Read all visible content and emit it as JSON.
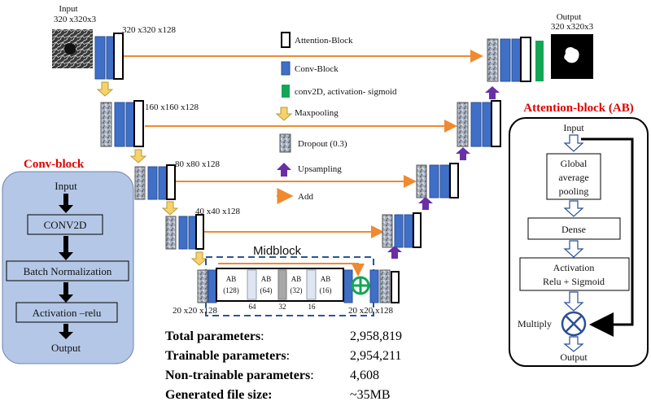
{
  "input": {
    "title": "Input",
    "dims": "320 x320x3"
  },
  "output": {
    "title": "Output",
    "dims": "320 x320x3"
  },
  "feature_labels": {
    "l1": "320 x320 x128",
    "l2": "160 x160 x128",
    "l3": "80 x80 x128",
    "l4": "40 x40 x128",
    "bottom_left": "20 x20 x128",
    "bottom_right": "20 x20 x128"
  },
  "legend": {
    "attention_block": "Attention-Block",
    "conv_block": "Conv-Block",
    "conv2d_sigmoid": "conv2D, activation- sigmoid",
    "maxpooling": "Maxpooling",
    "dropout": "Dropout (0.3)",
    "upsampling": "Upsampling",
    "add": "Add"
  },
  "midblock": {
    "title": "Midblock",
    "ab_blocks": [
      {
        "name": "AB",
        "filters": "(128)"
      },
      {
        "name": "AB",
        "filters": "(64)"
      },
      {
        "name": "AB",
        "filters": "(32)"
      },
      {
        "name": "AB",
        "filters": "(16)"
      }
    ],
    "between": [
      "64",
      "32",
      "16"
    ]
  },
  "conv_block_panel": {
    "title": "Conv-block",
    "items": [
      "Input",
      "CONV2D",
      "Batch Normalization",
      "Activation –relu",
      "Output"
    ]
  },
  "attention_panel": {
    "title": "Attention-block (AB)",
    "input": "Input",
    "gap_line1": "Global",
    "gap_line2": "average",
    "gap_line3": "pooling",
    "dense": "Dense",
    "act_line1": "Activation",
    "act_line2": "Relu + Sigmoid",
    "multiply": "Multiply",
    "output": "Output"
  },
  "stats": [
    {
      "label": "Total parameters",
      "suffix": ":",
      "value": "2,958,819"
    },
    {
      "label": "Trainable parameters",
      "suffix": ":",
      "value": "2,954,211"
    },
    {
      "label": "Non-trainable parameters",
      "suffix": ":",
      "value": "4,608"
    },
    {
      "label": "Generated file size:",
      "suffix": "",
      "value": "~35MB"
    }
  ],
  "colors": {
    "conv_blue": "#3f6fc6",
    "conv_blue_dark": "#2a4f96",
    "orange": "#ef8a2f",
    "purple": "#6a2fa5",
    "pool_yellow": "#f7d26b",
    "green": "#12a655",
    "panel_blue": "#b4c7e7",
    "red": "#e00000"
  }
}
